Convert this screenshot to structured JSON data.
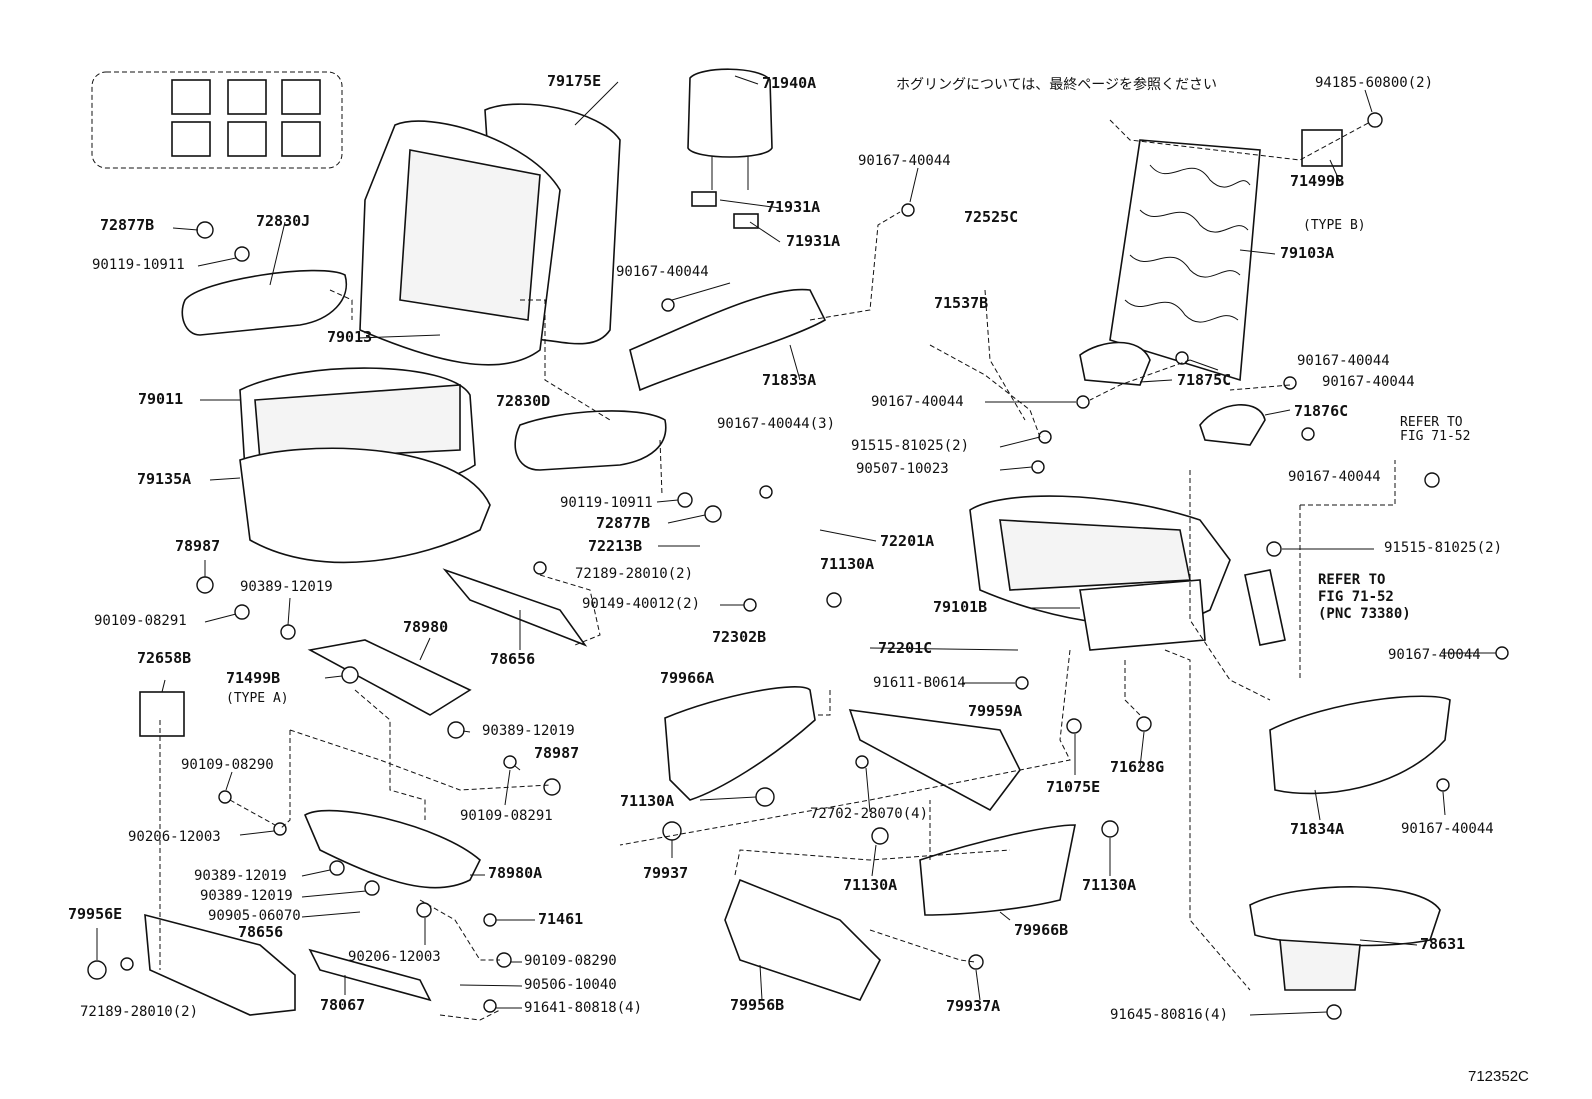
{
  "japanese_note": "ホグリングについては、最終ページを参照ください",
  "diagram_code": "712352C",
  "parts": {
    "p79175E": "79175E",
    "p71940A": "71940A",
    "p94185_60800": "94185-60800(2)",
    "p90167_a": "90167-40044",
    "p71931A_1": "71931A",
    "p71931A_2": "71931A",
    "p72525C": "72525C",
    "p71499B_B": "71499B",
    "p72877B_1": "72877B",
    "p72830J": "72830J",
    "p90119_1": "90119-10911",
    "p90167_b": "90167-40044",
    "p79103A": "79103A",
    "p71537B": "71537B",
    "p79013": "79013",
    "p71833A": "71833A",
    "p90167_c": "90167-40044",
    "p71875C": "71875C",
    "p90167_d": "90167-40044",
    "p79011": "79011",
    "p72830D": "72830D",
    "p90167_e": "90167-40044",
    "p71876C": "71876C",
    "p90167_3": "90167-40044(3)",
    "p91515_1": "91515-81025(2)",
    "p90167_f": "90167-40044",
    "p79135A": "79135A",
    "p90507": "90507-10023",
    "p90119_2": "90119-10911",
    "p72877B_2": "72877B",
    "p91515_2": "91515-81025(2)",
    "p72213B": "72213B",
    "p72201A": "72201A",
    "p78987_1": "78987",
    "p72189_a": "72189-28010(2)",
    "p71130A_1": "71130A",
    "p90389_1": "90389-12019",
    "p90149": "90149-40012(2)",
    "p79101B": "79101B",
    "p90109_1": "90109-08291",
    "p78980": "78980",
    "p78656_1": "78656",
    "p72302B": "72302B",
    "p72201C": "72201C",
    "p90167_g": "90167-40044",
    "p72658B": "72658B",
    "p71499B_A": "71499B",
    "p91611": "91611-B0614",
    "p79966A": "79966A",
    "p79959A": "79959A",
    "p90389_2": "90389-12019",
    "p78987_2": "78987",
    "p71628G": "71628G",
    "p90109_2": "90109-08290",
    "p71075E": "71075E",
    "p71130A_2": "71130A",
    "p72702": "72702-28070(4)",
    "p71834A": "71834A",
    "p90167_h": "90167-40044",
    "p90109_3": "90109-08291",
    "p90206_1": "90206-12003",
    "p79937": "79937",
    "p78980A": "78980A",
    "p90389_3": "90389-12019",
    "p71130A_3": "71130A",
    "p71130A_4": "71130A",
    "p90389_4": "90389-12019",
    "p90905": "90905-06070",
    "p71461": "71461",
    "p79956E": "79956E",
    "p79966B": "79966B",
    "p78656_2": "78656",
    "p78631": "78631",
    "p90206_2": "90206-12003",
    "p90109_4": "90109-08290",
    "p90506": "90506-10040",
    "p78067": "78067",
    "p79956B": "79956B",
    "p79937A": "79937A",
    "p72189_b": "72189-28010(2)",
    "p91641": "91641-80818(4)",
    "p91645": "91645-80816(4)"
  },
  "notes": {
    "type_b": "(TYPE B)",
    "type_a": "(TYPE A)",
    "refer_1": "REFER TO\nFIG 71-52",
    "refer_2": "REFER TO\nFIG 71-52\n(PNC 73380)"
  }
}
